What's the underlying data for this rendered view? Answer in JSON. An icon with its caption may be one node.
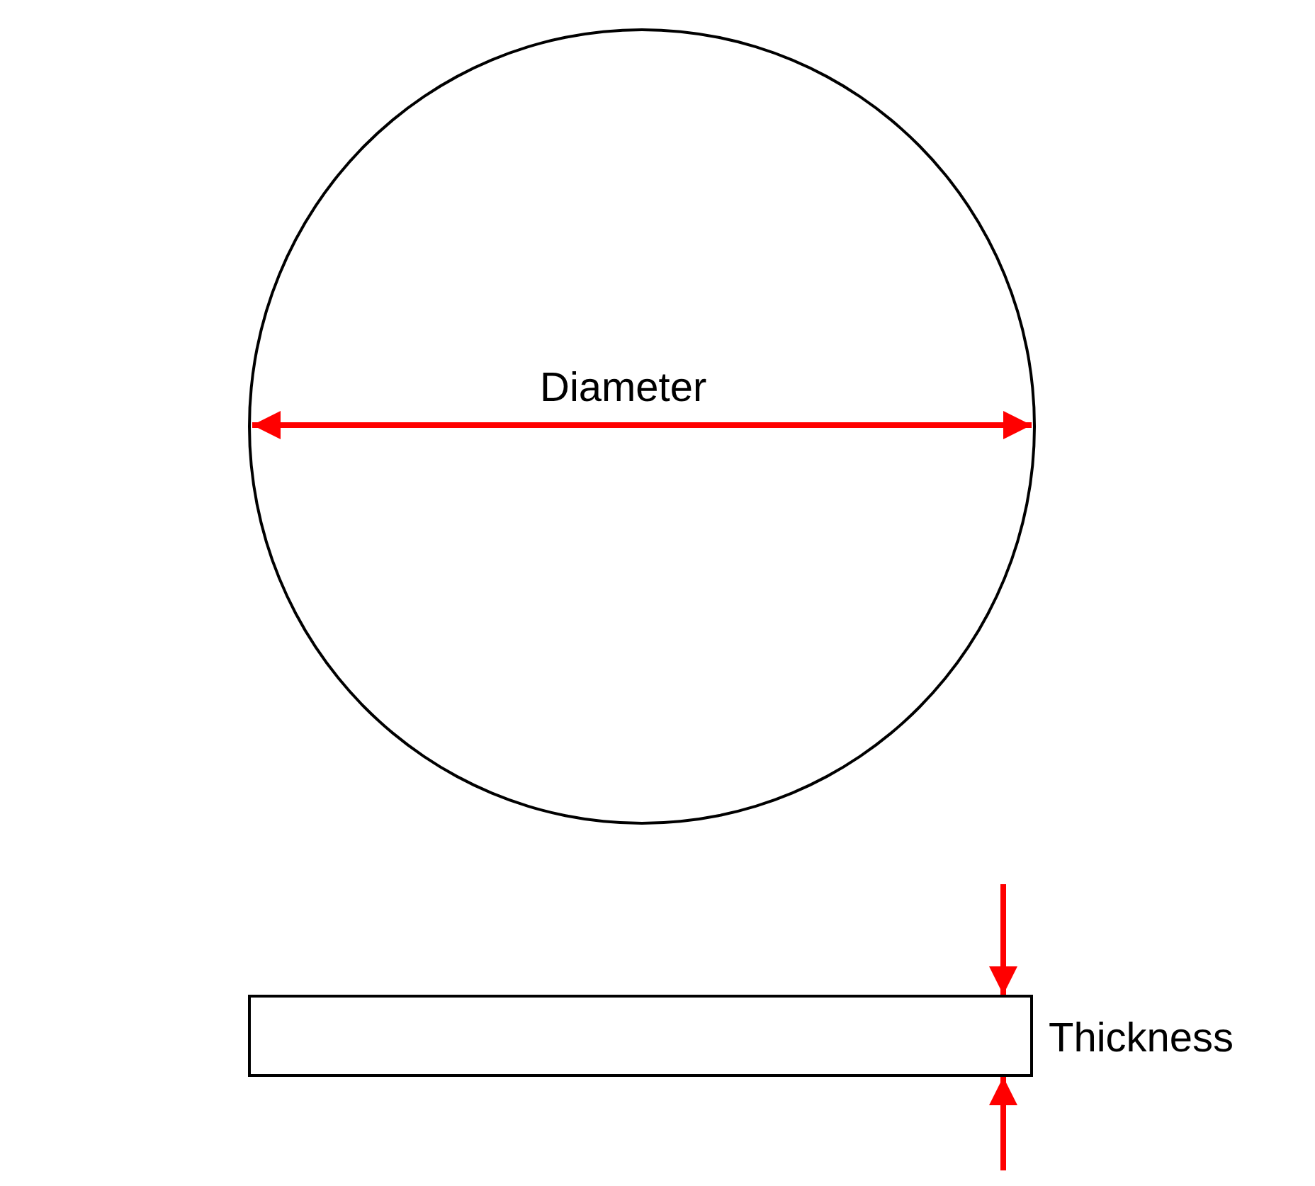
{
  "diagram": {
    "nodes": [
      {
        "text": [
          "Diameter"
        ]
      },
      {
        "text": [],
        "shape": "box",
        "beside": [
          "Thickness"
        ]
      }
    ]
  }
}
